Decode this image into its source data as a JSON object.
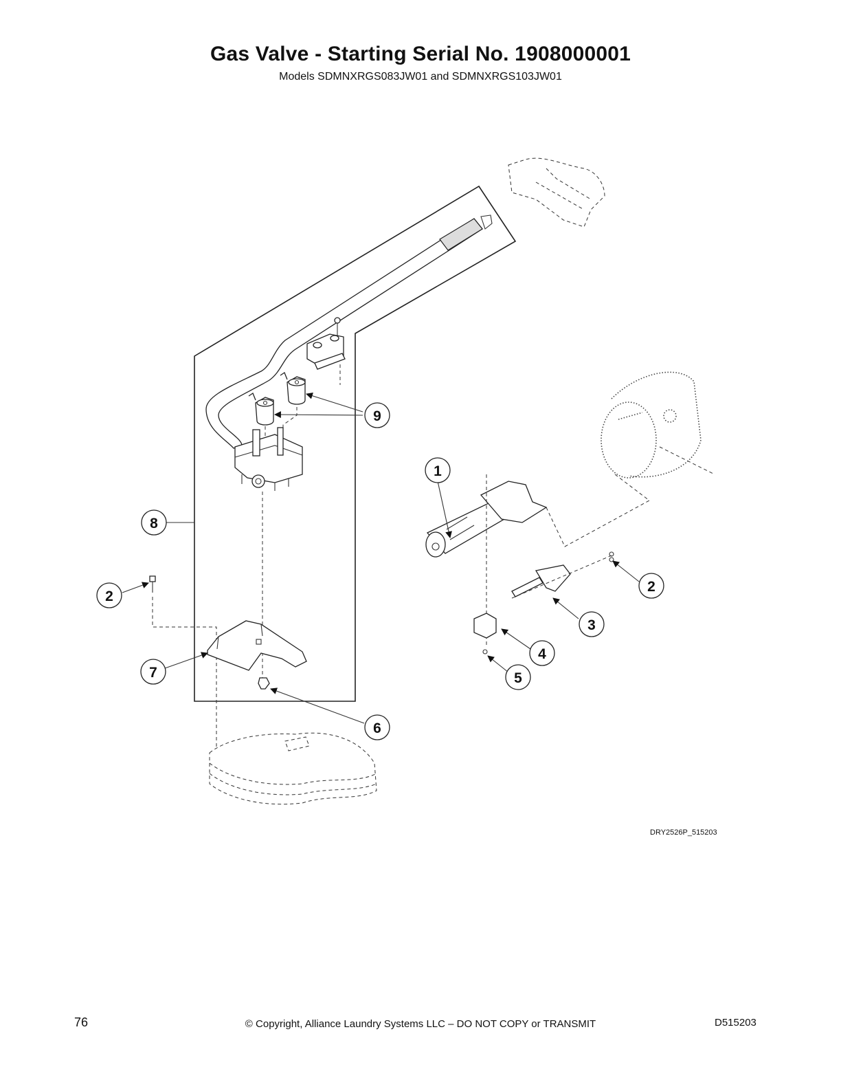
{
  "header": {
    "title": "Gas Valve - Starting Serial No. 1908000001",
    "subtitle": "Models SDMNXRGS083JW01 and SDMNXRGS103JW01"
  },
  "callouts": [
    {
      "id": "c1",
      "label": "1"
    },
    {
      "id": "c2a",
      "label": "2"
    },
    {
      "id": "c2b",
      "label": "2"
    },
    {
      "id": "c3",
      "label": "3"
    },
    {
      "id": "c4",
      "label": "4"
    },
    {
      "id": "c5",
      "label": "5"
    },
    {
      "id": "c6",
      "label": "6"
    },
    {
      "id": "c7",
      "label": "7"
    },
    {
      "id": "c8",
      "label": "8"
    },
    {
      "id": "c9",
      "label": "9"
    }
  ],
  "figure_ref": "DRY2526P_515203",
  "footer": {
    "page_number": "76",
    "copyright": "© Copyright, Alliance Laundry Systems LLC – DO NOT COPY or TRANSMIT",
    "doc_id": "D515203"
  }
}
